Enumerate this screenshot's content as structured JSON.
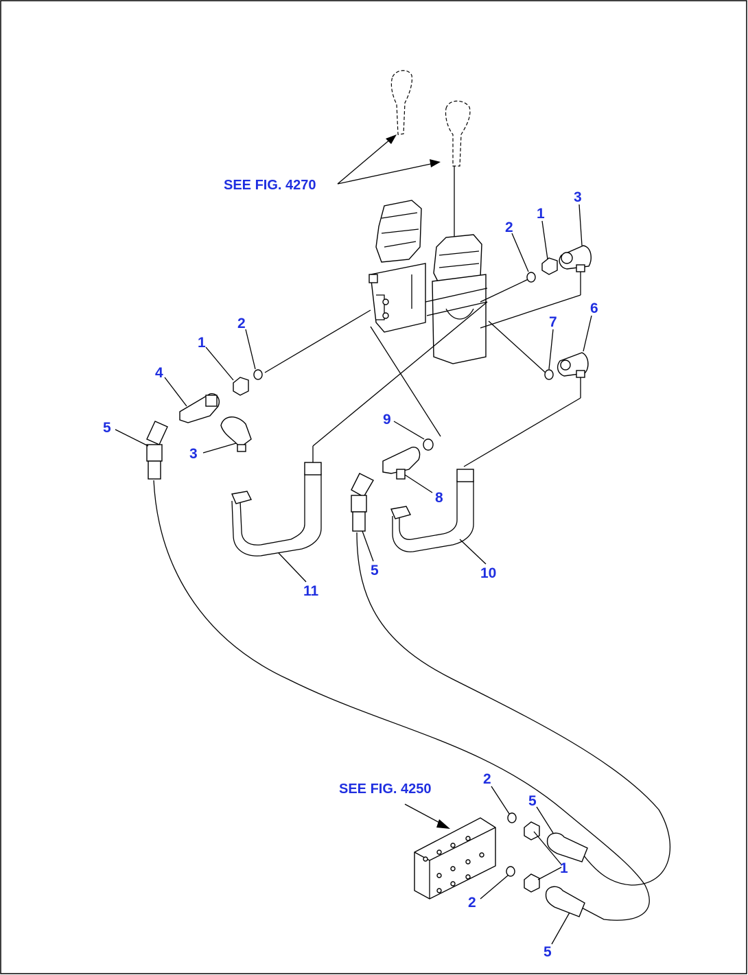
{
  "diagram": {
    "references": {
      "upper": "SEE FIG. 4270",
      "lower": "SEE FIG. 4250"
    },
    "callouts": [
      {
        "id": "c3a",
        "label": "3"
      },
      {
        "id": "c1a",
        "label": "1"
      },
      {
        "id": "c2a",
        "label": "2"
      },
      {
        "id": "c6",
        "label": "6"
      },
      {
        "id": "c7",
        "label": "7"
      },
      {
        "id": "c2b",
        "label": "2"
      },
      {
        "id": "c1b",
        "label": "1"
      },
      {
        "id": "c4",
        "label": "4"
      },
      {
        "id": "c5a",
        "label": "5"
      },
      {
        "id": "c3b",
        "label": "3"
      },
      {
        "id": "c9",
        "label": "9"
      },
      {
        "id": "c8",
        "label": "8"
      },
      {
        "id": "c5b",
        "label": "5"
      },
      {
        "id": "c11",
        "label": "11"
      },
      {
        "id": "c10",
        "label": "10"
      },
      {
        "id": "c2c",
        "label": "2"
      },
      {
        "id": "c5c",
        "label": "5"
      },
      {
        "id": "c1c",
        "label": "1"
      },
      {
        "id": "c2d",
        "label": "2"
      },
      {
        "id": "c5d",
        "label": "5"
      }
    ]
  }
}
